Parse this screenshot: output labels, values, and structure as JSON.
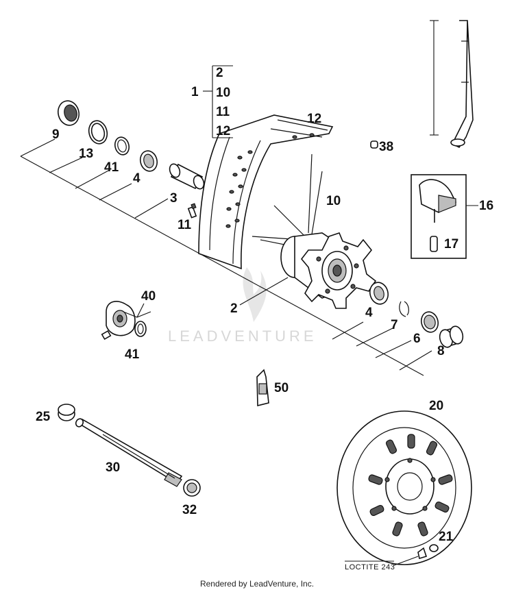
{
  "callouts": {
    "c1": "1",
    "c1_2": "2",
    "c1_10": "10",
    "c1_11": "11",
    "c1_12": "12",
    "c9": "9",
    "c13": "13",
    "c41a": "41",
    "c4a": "4",
    "c3": "3",
    "c11": "11",
    "c12": "12",
    "c10": "10",
    "c38": "38",
    "c16": "16",
    "c17": "17",
    "c40": "40",
    "c41b": "41",
    "c2": "2",
    "c4b": "4",
    "c7": "7",
    "c6": "6",
    "c8": "8",
    "c50": "50",
    "c25": "25",
    "c30": "30",
    "c32": "32",
    "c20": "20",
    "c21": "21"
  },
  "loctite_label": "LOCTITE 243",
  "watermark": "LEADVENTURE",
  "footer": "Rendered by LeadVenture, Inc."
}
